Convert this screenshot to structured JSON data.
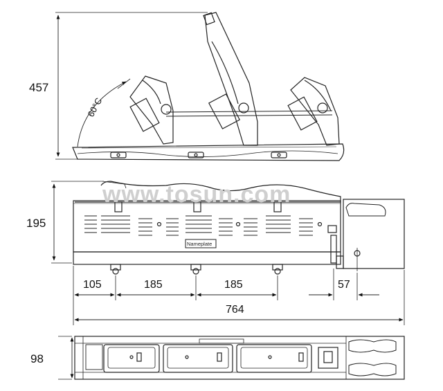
{
  "diagram": {
    "top_view": {
      "dim_height": "457",
      "angle_label": "60°C"
    },
    "front_view": {
      "dim_height": "195",
      "nameplate_label": "Nameplate",
      "dims": [
        "105",
        "185",
        "185",
        "57"
      ],
      "total_width": "764"
    },
    "bottom_view": {
      "dim_depth": "98"
    },
    "watermark": "www.tosun.com"
  }
}
